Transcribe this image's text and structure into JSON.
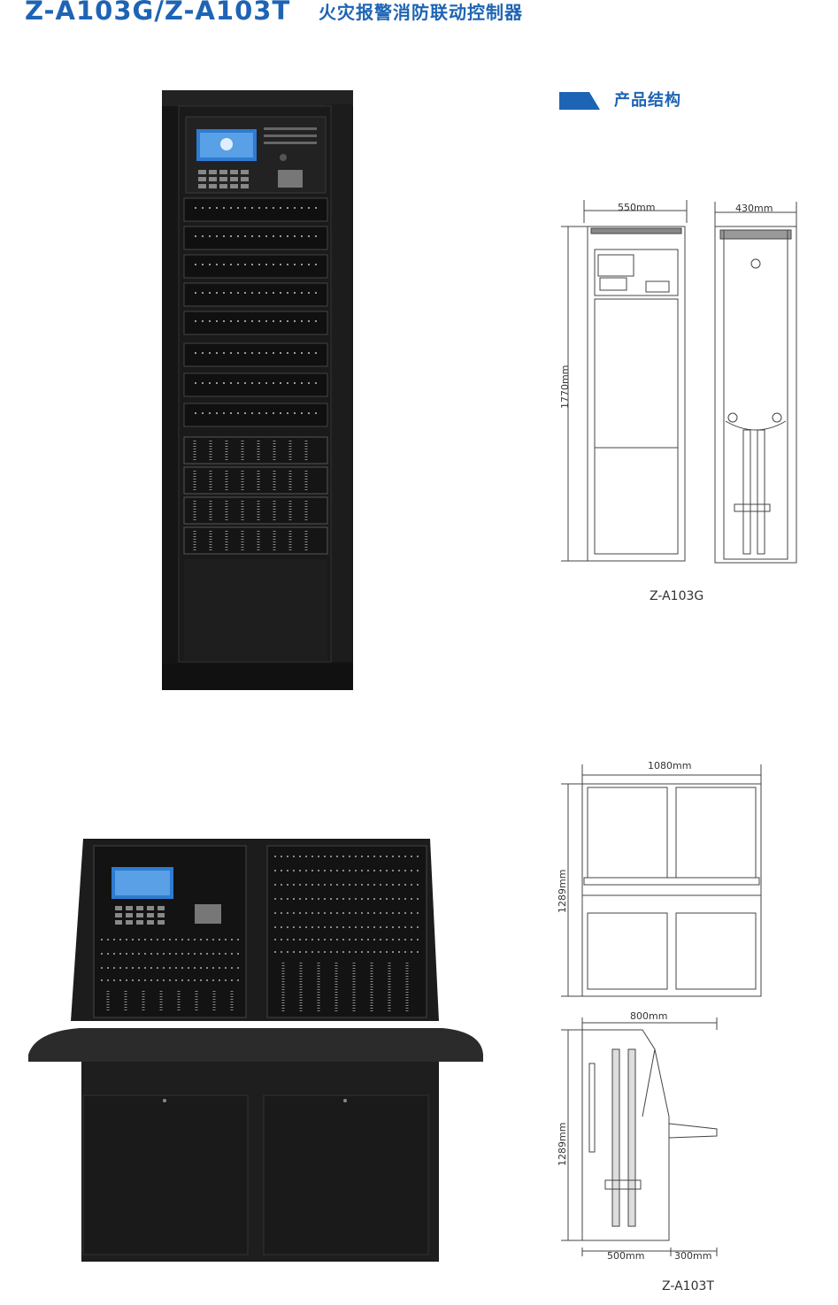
{
  "header": {
    "model": "Z-A103G/Z-A103T",
    "name": "火灾报警消防联动控制器"
  },
  "section": {
    "title": "产品结构",
    "accent": "#1e64b4"
  },
  "cabinet_drawing": {
    "width": "550mm",
    "depth": "430mm",
    "height": "1770mm",
    "caption": "Z-A103G"
  },
  "console_drawing": {
    "front_width": "1080mm",
    "front_height": "1289mm",
    "side_width": "800mm",
    "side_height": "1289mm",
    "base_depth": "500mm",
    "top_depth": "300mm",
    "caption": "Z-A103T"
  }
}
